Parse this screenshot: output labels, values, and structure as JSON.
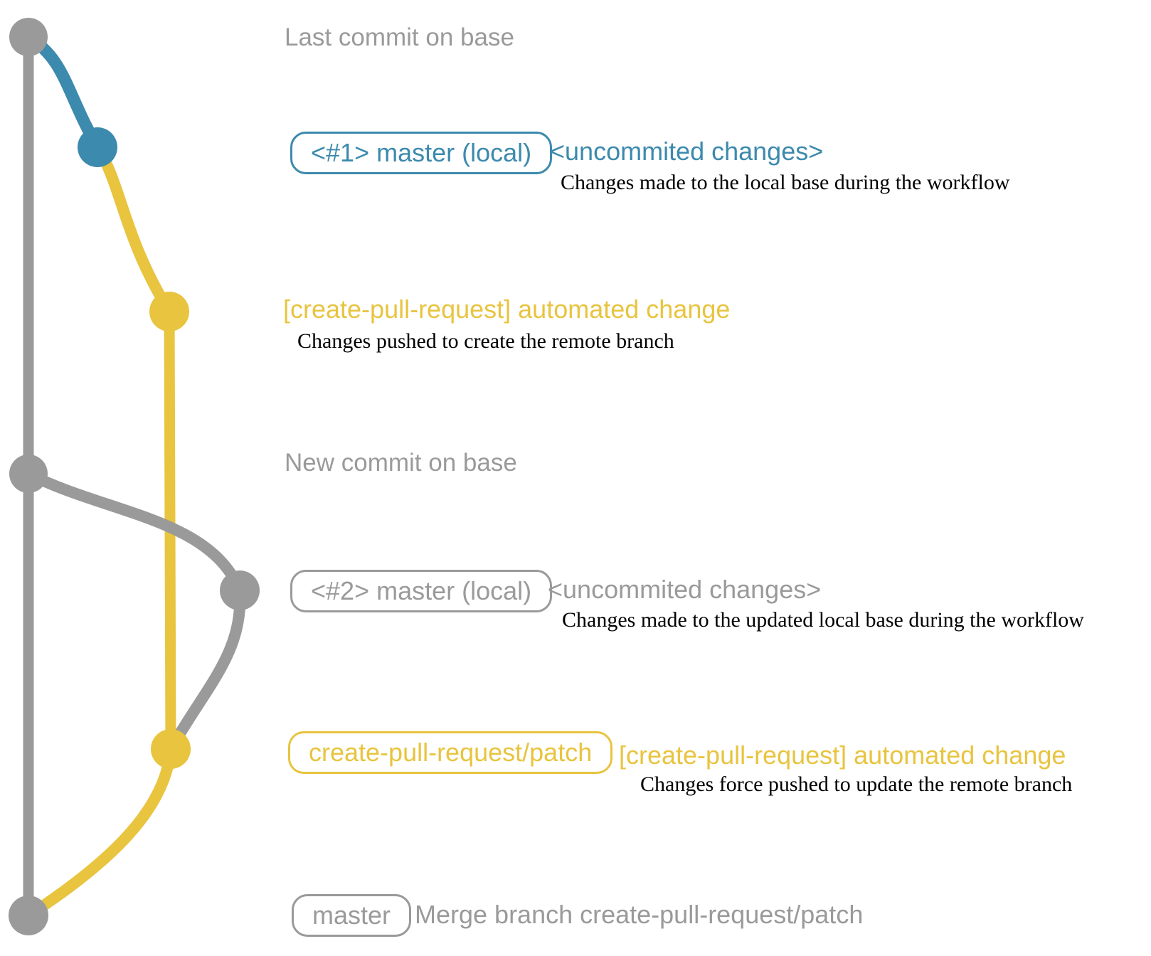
{
  "colors": {
    "gray": "#9a9a9a",
    "blue": "#3c8aad",
    "yellow": "#e8c43f",
    "desc": "#000000"
  },
  "labels": {
    "last_commit": "Last commit on base",
    "new_commit": "New commit on base"
  },
  "entries": {
    "local1": {
      "badge": "<#1> master (local)",
      "message": "<uncommited changes>",
      "description": "Changes made to the local base during the workflow"
    },
    "automated1": {
      "message": "[create-pull-request] automated change",
      "description": "Changes pushed to create the remote branch"
    },
    "local2": {
      "badge": "<#2> master (local)",
      "message": "<uncommited changes>",
      "description": "Changes made to the updated local base during the workflow"
    },
    "automated2": {
      "badge": "create-pull-request/patch",
      "message": "[create-pull-request] automated change",
      "description": "Changes force pushed to update the remote branch"
    },
    "merge": {
      "badge": "master",
      "message": "Merge branch create-pull-request/patch"
    }
  },
  "graph": {
    "commit_nodes": [
      {
        "label": "Last commit on base",
        "color": "gray"
      },
      {
        "label": "<uncommited changes> #1",
        "color": "blue"
      },
      {
        "label": "[create-pull-request] automated change #1",
        "color": "yellow"
      },
      {
        "label": "New commit on base",
        "color": "gray"
      },
      {
        "label": "<uncommited changes> #2",
        "color": "gray"
      },
      {
        "label": "[create-pull-request] automated change #2",
        "color": "yellow"
      },
      {
        "label": "Merge branch create-pull-request/patch",
        "color": "gray"
      }
    ]
  }
}
